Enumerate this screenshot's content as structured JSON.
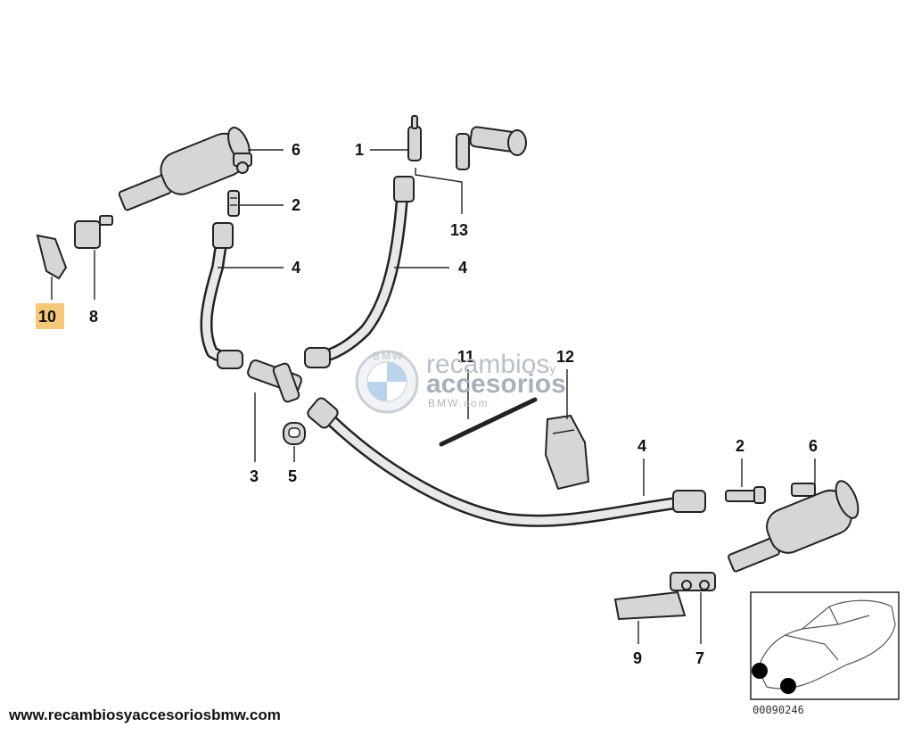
{
  "callouts": {
    "c1": "1",
    "c2a": "2",
    "c2b": "2",
    "c3": "3",
    "c4a": "4",
    "c4b": "4",
    "c4c": "4",
    "c5": "5",
    "c6a": "6",
    "c6b": "6",
    "c7": "7",
    "c8": "8",
    "c9": "9",
    "c10": "10",
    "c11": "11",
    "c12": "12",
    "c13": "13"
  },
  "highlight_color": "#f5c979",
  "watermark": {
    "line1": "recambios",
    "line1_small": "y",
    "line2": "accesorios",
    "line3": "BMW.com"
  },
  "logo_letters": "BMW",
  "inset_code": "00090246",
  "footer_url": "www.recambiosyaccesoriosbmw.com"
}
